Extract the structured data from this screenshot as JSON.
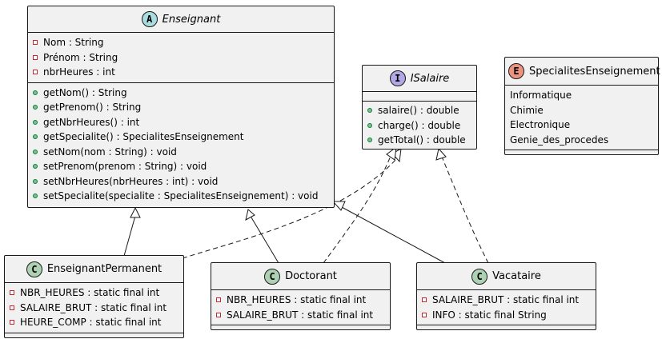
{
  "classes": {
    "enseignant": {
      "stereo": "A",
      "name": "Enseignant",
      "attributes": [
        "Nom : String",
        "Prénom : String",
        "nbrHeures : int"
      ],
      "methods": [
        "getNom() : String",
        "getPrenom() : String",
        "getNbrHeures() : int",
        "getSpecialite() : SpecialitesEnseignement",
        "setNom(nom : String) : void",
        "setPrenom(prenom : String) : void",
        "setNbrHeures(nbrHeures : int) : void",
        "setSpecialite(specialite : SpecialitesEnseignement) : void"
      ]
    },
    "isalaire": {
      "stereo": "I",
      "name": "ISalaire",
      "methods": [
        "salaire() : double",
        "charge() : double",
        "getTotal() : double"
      ]
    },
    "specialites": {
      "stereo": "E",
      "name": "SpecialitesEnseignement",
      "literals": [
        "Informatique",
        "Chimie",
        "Electronique",
        "Genie_des_procedes"
      ]
    },
    "permanent": {
      "stereo": "C",
      "name": "EnseignantPermanent",
      "attributes": [
        "NBR_HEURES : static final int",
        "SALAIRE_BRUT : static final int",
        "HEURE_COMP : static final int"
      ]
    },
    "doctorant": {
      "stereo": "C",
      "name": "Doctorant",
      "attributes": [
        "NBR_HEURES : static final int",
        "SALAIRE_BRUT : static final int"
      ]
    },
    "vacataire": {
      "stereo": "C",
      "name": "Vacataire",
      "attributes": [
        "SALAIRE_BRUT : static final int",
        "INFO : static final String"
      ]
    }
  },
  "relations": [
    {
      "from": "permanent",
      "to": "enseignant",
      "kind": "extends"
    },
    {
      "from": "doctorant",
      "to": "enseignant",
      "kind": "extends"
    },
    {
      "from": "vacataire",
      "to": "enseignant",
      "kind": "extends"
    },
    {
      "from": "permanent",
      "to": "isalaire",
      "kind": "implements"
    },
    {
      "from": "doctorant",
      "to": "isalaire",
      "kind": "implements"
    },
    {
      "from": "vacataire",
      "to": "isalaire",
      "kind": "implements"
    }
  ],
  "colors": {
    "abstract": "#a9dcdf",
    "interface": "#b4a7e5",
    "enum": "#eb937f",
    "class": "#add1b2",
    "box_fill": "#f1f1f1",
    "line": "#181818"
  }
}
